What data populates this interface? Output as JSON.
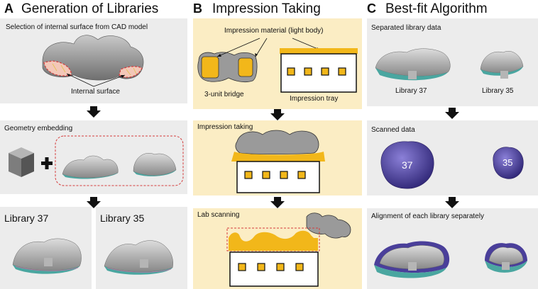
{
  "columns": [
    {
      "letter": "A",
      "title": "Generation of Libraries"
    },
    {
      "letter": "B",
      "title": "Impression Taking"
    },
    {
      "letter": "C",
      "title": "Best-fit Algorithm"
    }
  ],
  "col_a": {
    "panel1_caption": "Selection of internal surface from CAD model",
    "internal_surface_label": "Internal surface",
    "panel2_caption": "Geometry embedding",
    "library37": "Library 37",
    "library35": "Library 35"
  },
  "col_b": {
    "impression_material_label": "Impression material (light body)",
    "bridge_label": "3-unit bridge",
    "tray_label": "Impression tray",
    "panel2_caption": "Impression taking",
    "panel3_caption": "Lab scanning"
  },
  "col_c": {
    "panel1_caption": "Separated library data",
    "library37": "Library 37",
    "library35": "Library 35",
    "panel2_caption": "Scanned data",
    "scan37": "37",
    "scan35": "35",
    "panel3_caption": "Alignment of each library separately"
  },
  "colors": {
    "panel_gray": "#ececec",
    "panel_tan": "#fbedc4",
    "impression_yellow": "#f2b71a",
    "scan_purple": "#4a3f9a",
    "library_teal": "#4aa6a0",
    "dashed_red": "#d43b3b"
  }
}
